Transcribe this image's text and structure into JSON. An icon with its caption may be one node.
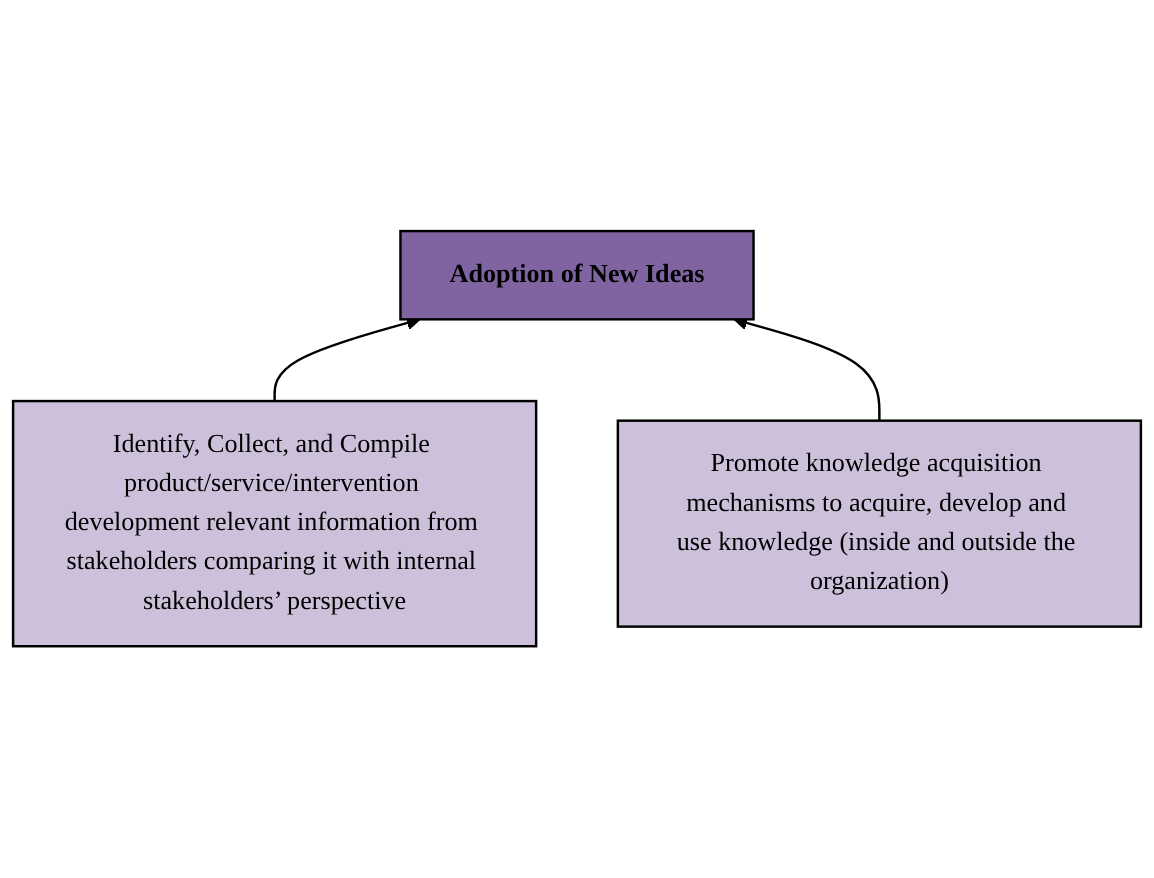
{
  "diagram": {
    "nodes": [
      {
        "text": [
          "Adoption of New Ideas"
        ]
      },
      {
        "text": [
          "Identify, Collect, and Compile product/service/intervention development relevant information from stakeholders comparing it with internal stakeholders’ perspective"
        ]
      },
      {
        "text": [
          "Promote knowledge acquisition mechanisms to acquire, develop and use knowledge (inside and outside the organization)"
        ]
      }
    ],
    "edges": [
      {
        "from": 1,
        "to": 0,
        "arrow": "to"
      },
      {
        "from": 2,
        "to": 0,
        "arrow": "to"
      }
    ]
  }
}
